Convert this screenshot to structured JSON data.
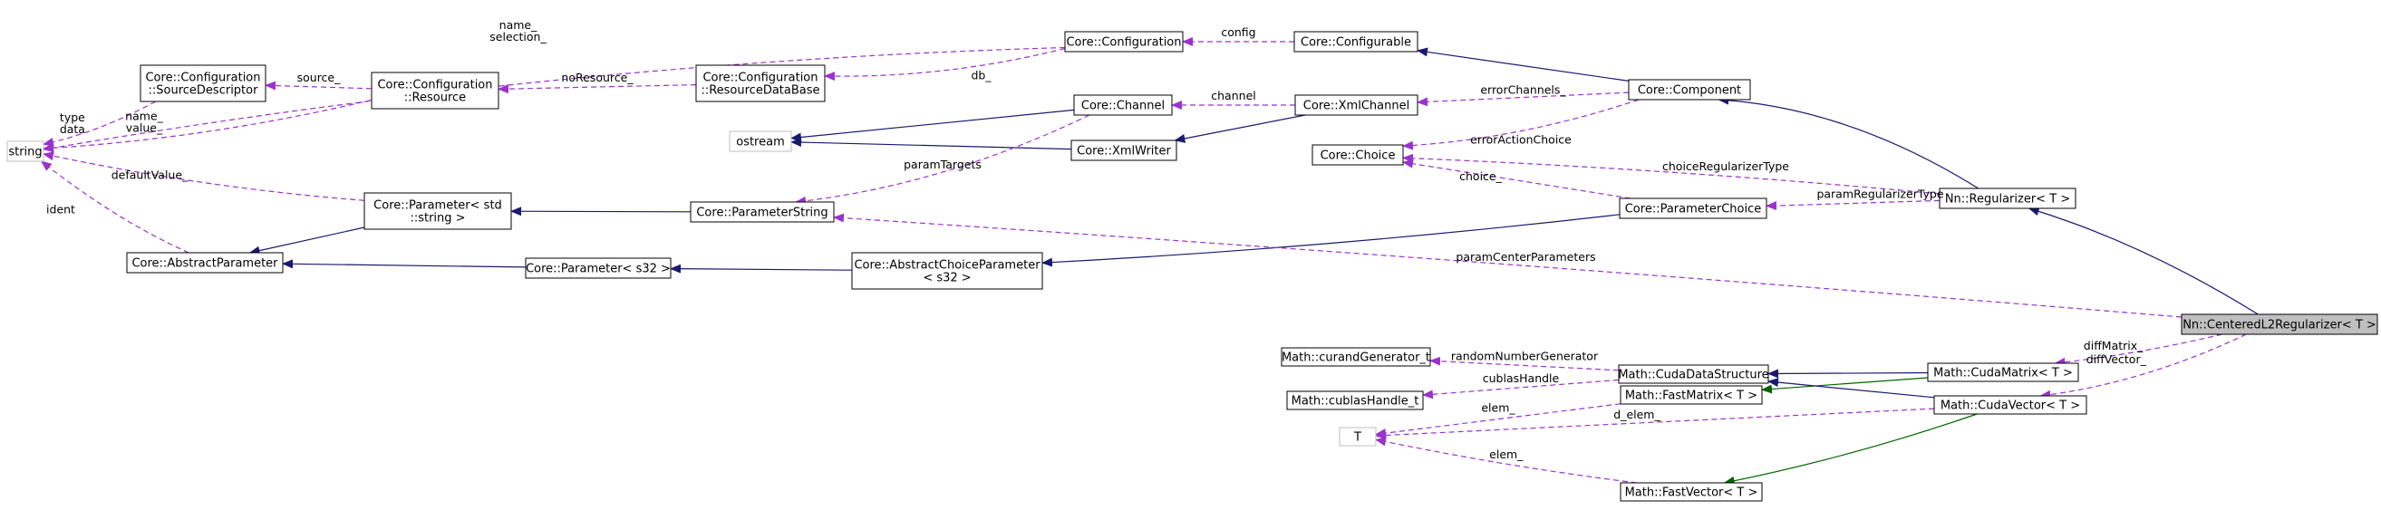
{
  "diagram": {
    "colors": {
      "inheritance_edge": "#191970",
      "template_edge": "#006400",
      "usage_edge": "#9a32cd",
      "node_border": "#000000",
      "external_node_border": "#bfbfbf",
      "focus_node_fill": "#bfbfbf"
    },
    "nodes": [
      {
        "id": "string",
        "lines": [
          "string"
        ],
        "kind": "external"
      },
      {
        "id": "source_descriptor",
        "lines": [
          "Core::Configuration",
          "::SourceDescriptor"
        ],
        "kind": "class"
      },
      {
        "id": "abstract_parameter",
        "lines": [
          "Core::AbstractParameter"
        ],
        "kind": "class"
      },
      {
        "id": "configuration",
        "lines": [
          "Core::Configuration"
        ],
        "kind": "class"
      },
      {
        "id": "configurable",
        "lines": [
          "Core::Configurable"
        ],
        "kind": "class"
      },
      {
        "id": "config_resource",
        "lines": [
          "Core::Configuration",
          "::Resource"
        ],
        "kind": "class"
      },
      {
        "id": "resource_database",
        "lines": [
          "Core::Configuration",
          "::ResourceDataBase"
        ],
        "kind": "class"
      },
      {
        "id": "ostream",
        "lines": [
          "ostream"
        ],
        "kind": "external"
      },
      {
        "id": "channel",
        "lines": [
          "Core::Channel"
        ],
        "kind": "class"
      },
      {
        "id": "xml_channel",
        "lines": [
          "Core::XmlChannel"
        ],
        "kind": "class"
      },
      {
        "id": "xml_writer",
        "lines": [
          "Core::XmlWriter"
        ],
        "kind": "class"
      },
      {
        "id": "component",
        "lines": [
          "Core::Component"
        ],
        "kind": "class"
      },
      {
        "id": "choice",
        "lines": [
          "Core::Choice"
        ],
        "kind": "class"
      },
      {
        "id": "parameter_string_std",
        "lines": [
          "Core::Parameter< std",
          "::string >"
        ],
        "kind": "class"
      },
      {
        "id": "parameter_string",
        "lines": [
          "Core::ParameterString"
        ],
        "kind": "class"
      },
      {
        "id": "parameter_choice",
        "lines": [
          "Core::ParameterChoice"
        ],
        "kind": "class"
      },
      {
        "id": "regularizer",
        "lines": [
          "Nn::Regularizer< T >"
        ],
        "kind": "class"
      },
      {
        "id": "parameter_s32",
        "lines": [
          "Core::Parameter< s32 >"
        ],
        "kind": "class"
      },
      {
        "id": "abstract_choice_parameter",
        "lines": [
          "Core::AbstractChoiceParameter",
          "< s32 >"
        ],
        "kind": "class"
      },
      {
        "id": "centered_l2",
        "lines": [
          "Nn::CenteredL2Regularizer< T >"
        ],
        "kind": "focus"
      },
      {
        "id": "curand",
        "lines": [
          "Math::curandGenerator_t"
        ],
        "kind": "class"
      },
      {
        "id": "cublas",
        "lines": [
          "Math::cublasHandle_t"
        ],
        "kind": "class"
      },
      {
        "id": "cuda_data_structure",
        "lines": [
          "Math::CudaDataStructure"
        ],
        "kind": "class"
      },
      {
        "id": "cuda_matrix",
        "lines": [
          "Math::CudaMatrix< T >"
        ],
        "kind": "class"
      },
      {
        "id": "fast_matrix",
        "lines": [
          "Math::FastMatrix< T >"
        ],
        "kind": "class"
      },
      {
        "id": "cuda_vector",
        "lines": [
          "Math::CudaVector< T >"
        ],
        "kind": "class"
      },
      {
        "id": "t_param",
        "lines": [
          "T"
        ],
        "kind": "external"
      },
      {
        "id": "fast_vector",
        "lines": [
          "Math::FastVector< T >"
        ],
        "kind": "class"
      }
    ],
    "edges": [
      {
        "from": "configuration",
        "to": "string",
        "type": "usage",
        "label": "name_\nselection_"
      },
      {
        "from": "source_descriptor",
        "to": "string",
        "type": "usage",
        "label": "type\ndata"
      },
      {
        "from": "config_resource",
        "to": "source_descriptor",
        "type": "usage",
        "label": "source_"
      },
      {
        "from": "config_resource",
        "to": "string",
        "type": "usage",
        "label": "name_\nvalue_"
      },
      {
        "from": "parameter_string_std",
        "to": "string",
        "type": "usage",
        "label": "defaultValue_"
      },
      {
        "from": "abstract_parameter",
        "to": "string",
        "type": "usage",
        "label": "ident"
      },
      {
        "from": "resource_database",
        "to": "config_resource",
        "type": "usage",
        "label": "noResource_"
      },
      {
        "from": "configuration",
        "to": "resource_database",
        "type": "usage",
        "label": "db_"
      },
      {
        "from": "configurable",
        "to": "configuration",
        "type": "usage",
        "label": "config"
      },
      {
        "from": "component",
        "to": "configurable",
        "type": "inheritance",
        "label": ""
      },
      {
        "from": "xml_channel",
        "to": "channel",
        "type": "usage",
        "label": "channel"
      },
      {
        "from": "channel",
        "to": "ostream",
        "type": "inheritance",
        "label": ""
      },
      {
        "from": "xml_writer",
        "to": "ostream",
        "type": "inheritance",
        "label": ""
      },
      {
        "from": "xml_channel",
        "to": "xml_writer",
        "type": "inheritance",
        "label": ""
      },
      {
        "from": "component",
        "to": "xml_channel",
        "type": "usage",
        "label": "errorChannels_"
      },
      {
        "from": "component",
        "to": "choice",
        "type": "usage",
        "label": "errorActionChoice"
      },
      {
        "from": "channel",
        "to": "parameter_string",
        "type": "usage",
        "label": "paramTargets"
      },
      {
        "from": "regularizer",
        "to": "component",
        "type": "inheritance",
        "label": ""
      },
      {
        "from": "regularizer",
        "to": "choice",
        "type": "usage",
        "label": "choiceRegularizerType"
      },
      {
        "from": "parameter_choice",
        "to": "choice",
        "type": "usage",
        "label": "choice_"
      },
      {
        "from": "regularizer",
        "to": "parameter_choice",
        "type": "usage",
        "label": "paramRegularizerType"
      },
      {
        "from": "parameter_string",
        "to": "parameter_string_std",
        "type": "inheritance",
        "label": ""
      },
      {
        "from": "parameter_string_std",
        "to": "abstract_parameter",
        "type": "inheritance",
        "label": ""
      },
      {
        "from": "parameter_s32",
        "to": "abstract_parameter",
        "type": "inheritance",
        "label": ""
      },
      {
        "from": "abstract_choice_parameter",
        "to": "parameter_s32",
        "type": "inheritance",
        "label": ""
      },
      {
        "from": "parameter_choice",
        "to": "abstract_choice_parameter",
        "type": "inheritance",
        "label": ""
      },
      {
        "from": "centered_l2",
        "to": "regularizer",
        "type": "inheritance",
        "label": ""
      },
      {
        "from": "centered_l2",
        "to": "parameter_string",
        "type": "usage",
        "label": "paramCenterParameters"
      },
      {
        "from": "centered_l2",
        "to": "cuda_matrix",
        "type": "usage",
        "label": "diffMatrix_"
      },
      {
        "from": "centered_l2",
        "to": "cuda_vector",
        "type": "usage",
        "label": "diffVector_"
      },
      {
        "from": "cuda_data_structure",
        "to": "curand",
        "type": "usage",
        "label": "randomNumberGenerator"
      },
      {
        "from": "cuda_data_structure",
        "to": "cublas",
        "type": "usage",
        "label": "cublasHandle"
      },
      {
        "from": "cuda_matrix",
        "to": "cuda_data_structure",
        "type": "inheritance",
        "label": ""
      },
      {
        "from": "cuda_matrix",
        "to": "fast_matrix",
        "type": "template",
        "label": ""
      },
      {
        "from": "cuda_vector",
        "to": "cuda_data_structure",
        "type": "inheritance",
        "label": ""
      },
      {
        "from": "fast_matrix",
        "to": "t_param",
        "type": "usage",
        "label": "elem_"
      },
      {
        "from": "cuda_vector",
        "to": "t_param",
        "type": "usage",
        "label": "d_elem_"
      },
      {
        "from": "fast_vector",
        "to": "t_param",
        "type": "usage",
        "label": "elem_"
      },
      {
        "from": "cuda_vector",
        "to": "fast_vector",
        "type": "template",
        "label": ""
      }
    ]
  }
}
